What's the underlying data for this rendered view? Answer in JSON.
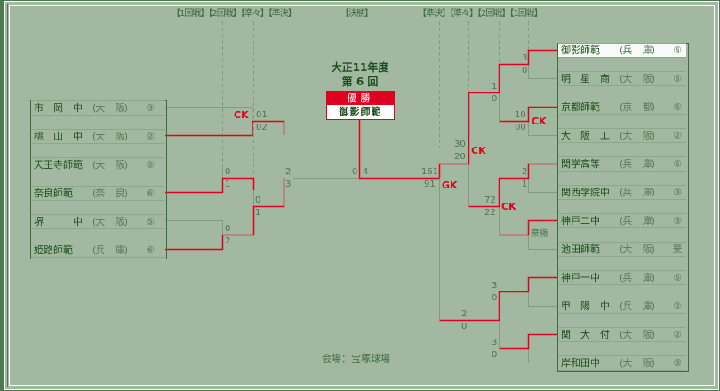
{
  "headers": {
    "left": "【1回戦】【2回戦】【準々】【準決】",
    "center": "【決勝】",
    "right": "【準決】【準々】【2回戦】【1回戦】"
  },
  "title": {
    "line1": "大正11年度",
    "line2": "第 6 回",
    "winner_label": "優勝",
    "winner_name": "御影師範"
  },
  "left_teams": [
    {
      "name": "市　岡　中",
      "pref": "(大　 阪)",
      "count": "③"
    },
    {
      "name": "桃　山　中",
      "pref": "(大　 阪)",
      "count": "②"
    },
    {
      "name": "天王寺師範",
      "pref": "(大　 阪)",
      "count": "②"
    },
    {
      "name": "奈良師範",
      "pref": "(奈　 良)",
      "count": "⑥"
    },
    {
      "name": "堺　　　中",
      "pref": "(大　 阪)",
      "count": "⑤"
    },
    {
      "name": "姫路師範",
      "pref": "(兵　 庫)",
      "count": "⑥"
    }
  ],
  "right_teams": [
    {
      "name": "御影師範",
      "pref": "(兵　 庫)",
      "count": "⑥"
    },
    {
      "name": "明　星　商",
      "pref": "(大　 阪)",
      "count": "⑥"
    },
    {
      "name": "京都師範",
      "pref": "(京　 都)",
      "count": "⑤"
    },
    {
      "name": "大　阪　工",
      "pref": "(大　 阪)",
      "count": "②"
    },
    {
      "name": "関学高等",
      "pref": "(兵　 庫)",
      "count": "⑥"
    },
    {
      "name": "関西学院中",
      "pref": "(兵　 庫)",
      "count": "③"
    },
    {
      "name": "神戸二中",
      "pref": "(兵　 庫)",
      "count": "③"
    },
    {
      "name": "池田師範",
      "pref": "(大　 阪)",
      "count": "棄"
    },
    {
      "name": "神戸一中",
      "pref": "(兵　 庫)",
      "count": "⑥"
    },
    {
      "name": "甲　陽　中",
      "pref": "(兵　 庫)",
      "count": "②"
    },
    {
      "name": "関　大　付",
      "pref": "(大　 阪)",
      "count": "②"
    },
    {
      "name": "岸和田中",
      "pref": "(大　 阪)",
      "count": "③"
    }
  ],
  "scores": {
    "l_qf1_top": "01",
    "l_qf1_bot": "02",
    "l_qf1_mark": "CK",
    "l_r1a_top": "0",
    "l_r1a_bot": "1",
    "l_r1b_top": "0",
    "l_r1b_bot": "2",
    "l_r2_top": "0",
    "l_r2_bot": "1",
    "l_sf_top": "2",
    "l_sf_bot": "3",
    "final_left": "0",
    "final_right": "4",
    "r_sf_top": "161",
    "r_sf_bot": "91",
    "r_sf_mark": "GK",
    "r_qf_top": "30",
    "r_qf_bot": "20",
    "r_qf_mark": "CK",
    "r_r2a_top": "1",
    "r_r2a_bot": "0",
    "r_r1a_top": "3",
    "r_r1a_bot": "0",
    "r_r1b_top": "10",
    "r_r1b_bot": "00",
    "r_r1b_mark": "CK",
    "r_r2b_top": "72",
    "r_r2b_bot": "22",
    "r_r2b_mark": "CK",
    "r_r1c_top": "2",
    "r_r1c_bot": "1",
    "r_r1d_label": "棄権",
    "r_r2c_top": "2",
    "r_r2c_bot": "0",
    "r_r1e_top": "3",
    "r_r1e_bot": "0",
    "r_r1f_top": "3",
    "r_r1f_bot": "0"
  },
  "venue": "会場：宝塚球場",
  "colors": {
    "win_line": "#e00020",
    "line": "#7f9e7f",
    "bg": "#a2b8a0"
  }
}
